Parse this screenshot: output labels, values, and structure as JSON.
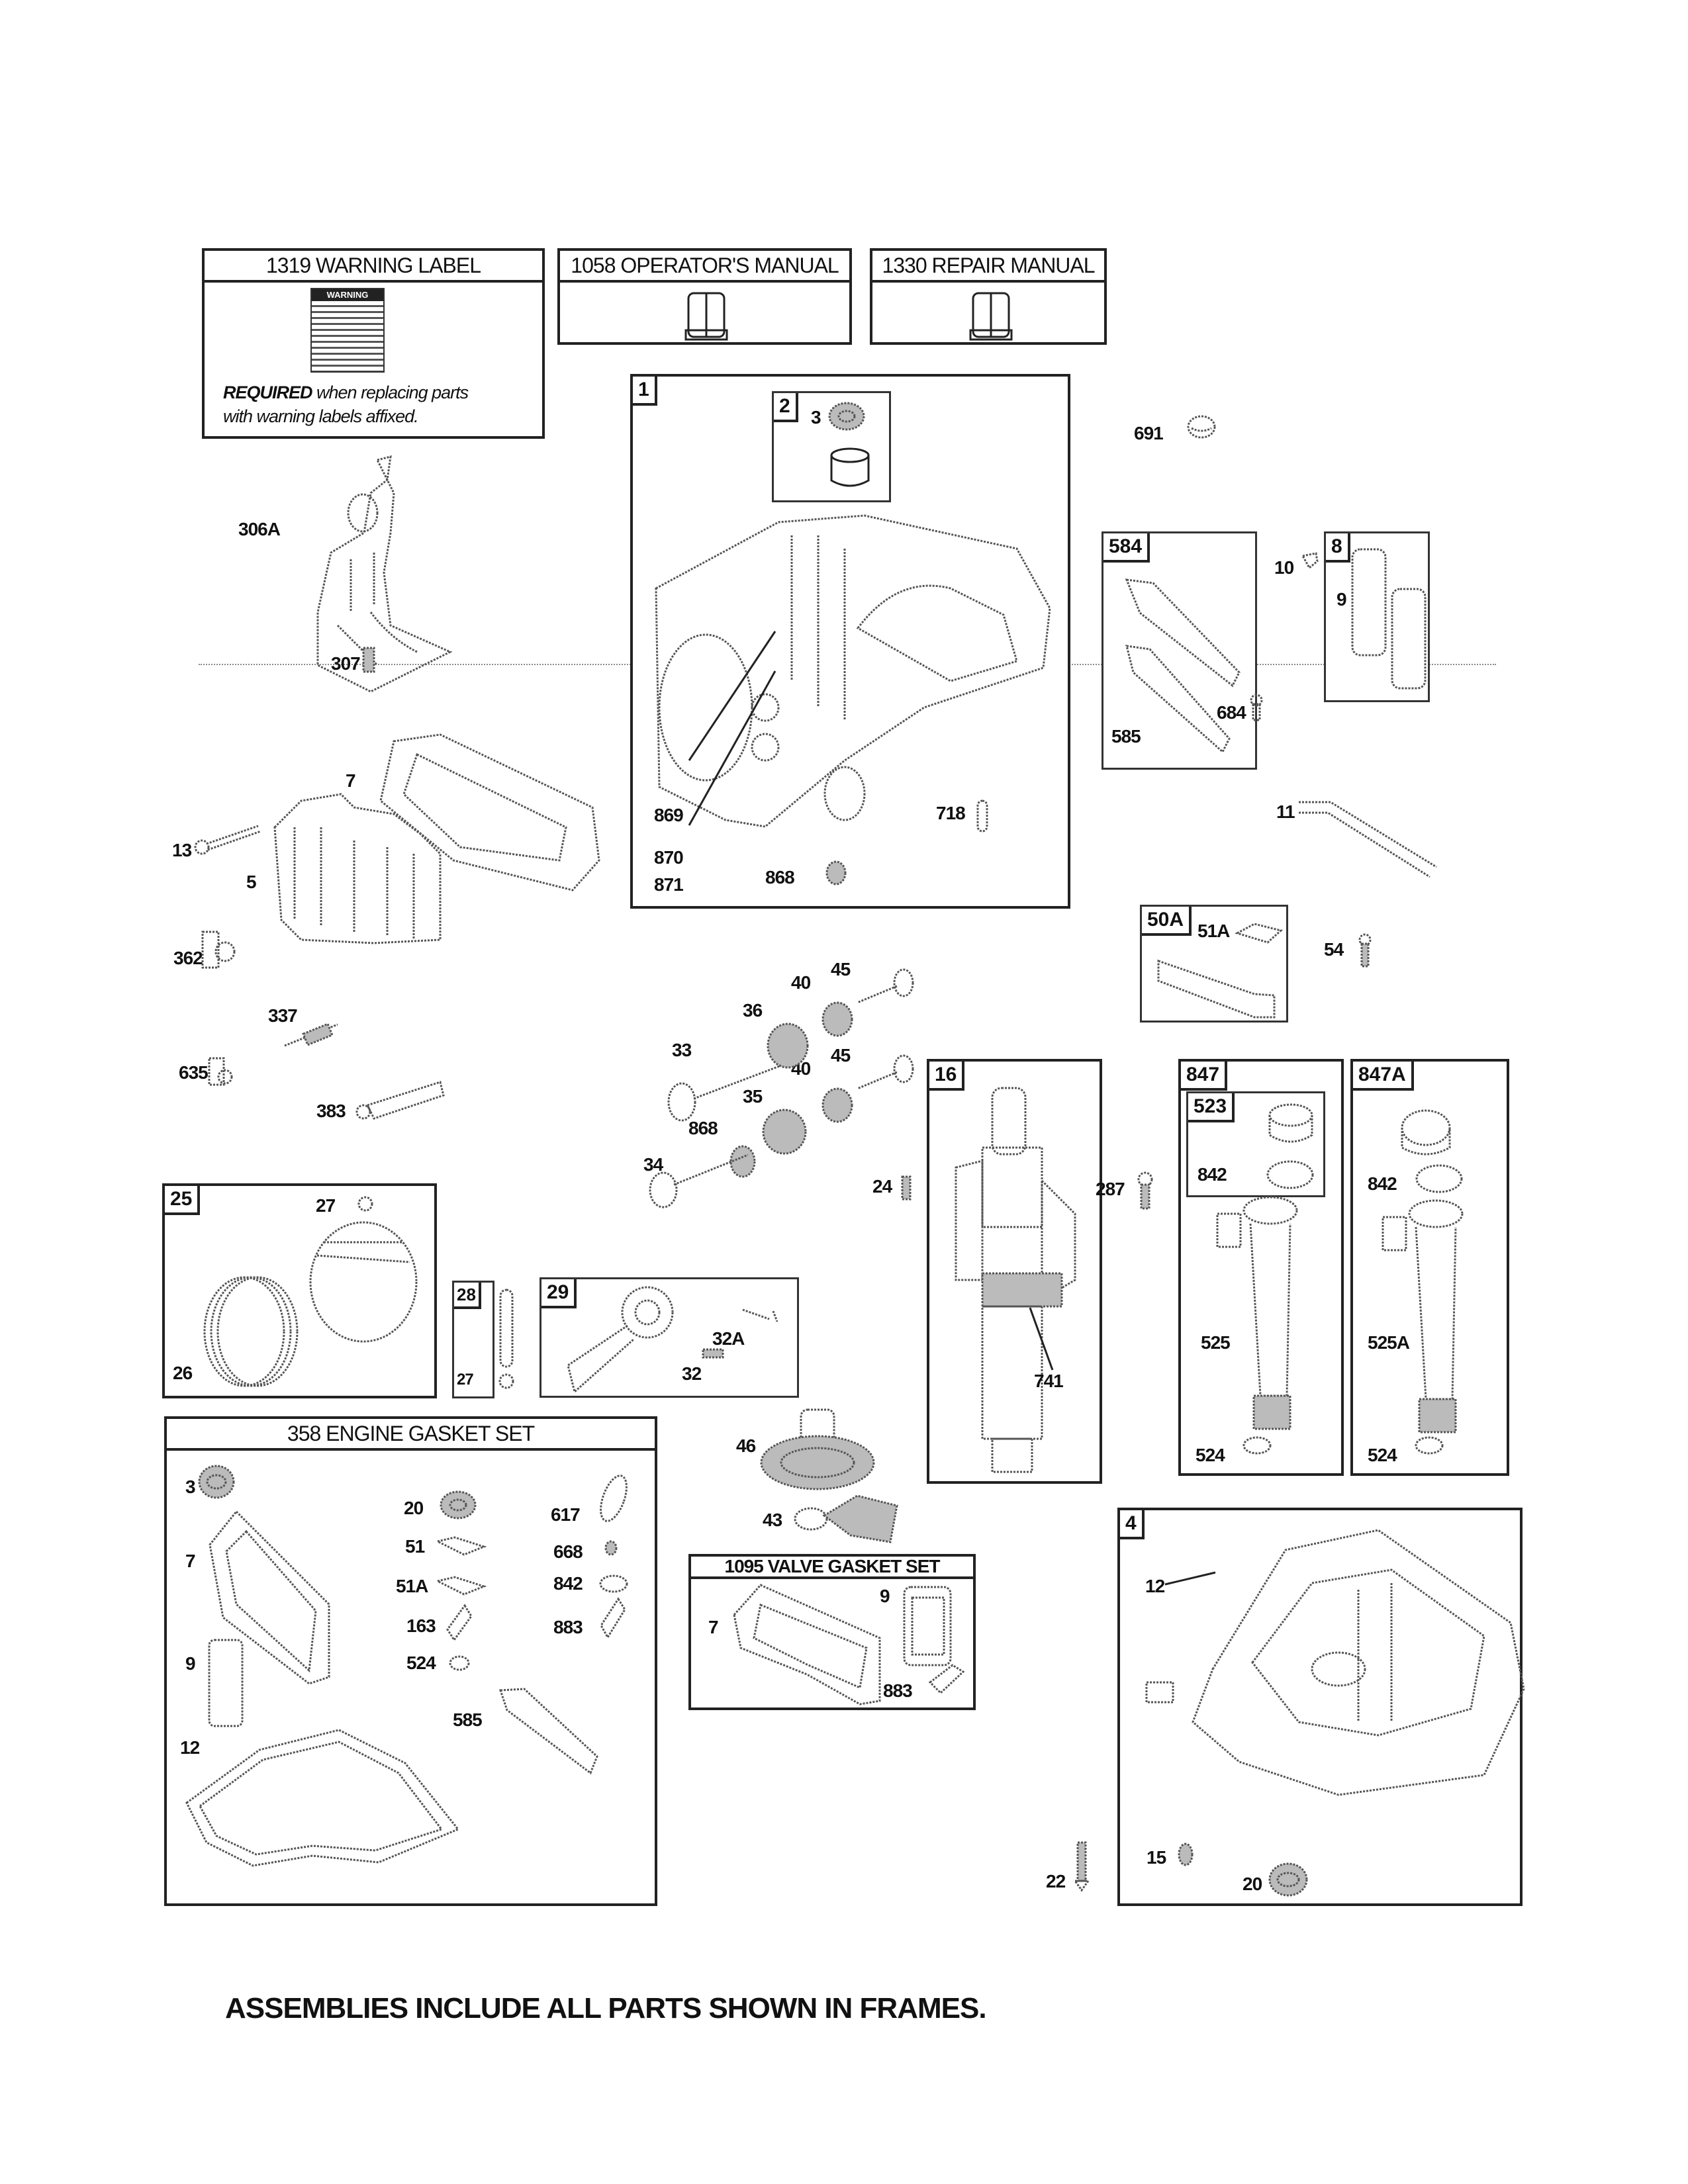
{
  "document": {
    "type": "parts-diagram",
    "footer_note": "ASSEMBLIES INCLUDE ALL PARTS SHOWN IN FRAMES."
  },
  "top_boxes": {
    "warning_label": {
      "title": "1319 WARNING LABEL",
      "sticker_heading": "WARNING",
      "note_bold": "REQUIRED",
      "note_rest_line1": " when replacing parts",
      "note_line2": "with warning labels affixed."
    },
    "operators_manual": {
      "title": "1058 OPERATOR'S MANUAL",
      "icon": "book-icon"
    },
    "repair_manual": {
      "title": "1330 REPAIR MANUAL",
      "icon": "book-icon"
    }
  },
  "frames": {
    "cylinder": {
      "tag": "1",
      "labels": [
        "869",
        "870",
        "871",
        "868",
        "718"
      ]
    },
    "bushing": {
      "tag": "2",
      "labels": [
        "3"
      ]
    },
    "breather_584": {
      "tag": "584",
      "labels": [
        "585"
      ]
    },
    "breather_8": {
      "tag": "8",
      "labels": [
        "9"
      ]
    },
    "tube_50a": {
      "tag": "50A",
      "labels": [
        "51A"
      ]
    },
    "piston_25": {
      "tag": "25",
      "labels": [
        "27",
        "26"
      ]
    },
    "pin_28": {
      "tag": "28",
      "labels": [
        "27"
      ]
    },
    "rod_29": {
      "tag": "29",
      "labels": [
        "32A",
        "32"
      ]
    },
    "crankshaft_16": {
      "tag": "16",
      "labels": [
        "741"
      ]
    },
    "dipstick_847": {
      "tag": "847",
      "labels": [
        "842",
        "525",
        "524"
      ]
    },
    "dipstick_523": {
      "tag": "523"
    },
    "dipstick_847a": {
      "tag": "847A",
      "labels": [
        "842",
        "525A",
        "524"
      ]
    },
    "sump_4": {
      "tag": "4",
      "labels": [
        "12",
        "15",
        "20"
      ]
    }
  },
  "gasket_set": {
    "title": "358 ENGINE GASKET SET",
    "labels": [
      "3",
      "7",
      "9",
      "12",
      "20",
      "51",
      "51A",
      "163",
      "524",
      "585",
      "617",
      "668",
      "842",
      "883"
    ]
  },
  "valve_gasket_set": {
    "title": "1095 VALVE GASKET SET",
    "labels": [
      "7",
      "9",
      "883"
    ]
  },
  "loose_parts": {
    "air_guide": "306A",
    "screw_307": "307",
    "head_gasket": "7",
    "bolt_13": "13",
    "cylinder_head": "5",
    "fitting_362": "362",
    "spark_plug": "337",
    "elbow_635": "635",
    "spark_plug_boot": "383",
    "plug_691": "691",
    "screw_10": "10",
    "screw_684": "684",
    "tube_11": "11",
    "screw_54": "54",
    "valve_intake": "33",
    "valve_exhaust": "34",
    "spring_36": "36",
    "spring_35": "35",
    "retainer_40a": "40",
    "retainer_40b": "40",
    "tappet_45a": "45",
    "tappet_45b": "45",
    "seal_868": "868",
    "key_24": "24",
    "screw_287": "287",
    "camshaft_46": "46",
    "governor_43": "43",
    "screw_22": "22"
  }
}
